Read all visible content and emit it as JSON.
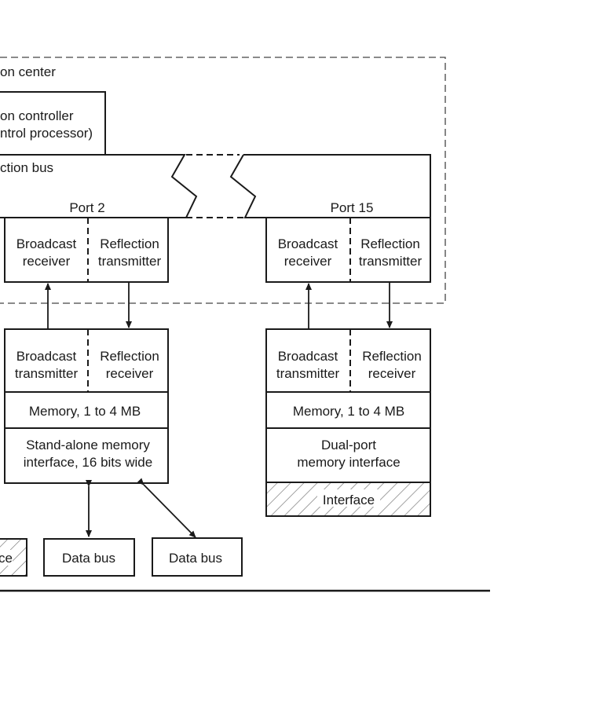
{
  "diagram": {
    "communication_center_label": "on center",
    "controller": {
      "line1": "on controller",
      "line2": "ntrol processor)"
    },
    "bus_label": "ction bus",
    "ports": [
      {
        "label": "Port 2",
        "receiver_side": {
          "left_line1": "Broadcast",
          "left_line2": "receiver",
          "right_line1": "Reflection",
          "right_line2": "transmitter"
        },
        "node": {
          "left_line1": "Broadcast",
          "left_line2": "transmitter",
          "right_line1": "Reflection",
          "right_line2": "receiver",
          "memory": "Memory, 1 to 4 MB",
          "interface_line1": "Stand-alone memory",
          "interface_line2": "interface, 16 bits wide"
        }
      },
      {
        "label": "Port 15",
        "receiver_side": {
          "left_line1": "Broadcast",
          "left_line2": "receiver",
          "right_line1": "Reflection",
          "right_line2": "transmitter"
        },
        "node": {
          "left_line1": "Broadcast",
          "left_line2": "transmitter",
          "right_line1": "Reflection",
          "right_line2": "receiver",
          "memory": "Memory, 1 to 4 MB",
          "interface_line1": "Dual-port",
          "interface_line2": "memory interface",
          "hatched_label": "Interface"
        }
      }
    ],
    "bottom_boxes": {
      "partial_hatched_label": "ce",
      "data_bus_1": "Data bus",
      "data_bus_2": "Data bus"
    }
  }
}
